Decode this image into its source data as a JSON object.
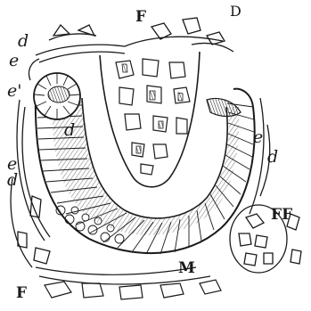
{
  "figure": {
    "colors": {
      "ink": "#1a1a1a",
      "paper": "#ffffff",
      "hatch": "#2a2a2a"
    },
    "labels": {
      "F_top": "F",
      "D": "D",
      "d_top_left": "d",
      "e_top_left": "e",
      "e_prime": "e'",
      "d_inner": "d",
      "e_left": "e",
      "d_left": "d",
      "e_right": "e",
      "d_right": "d",
      "FF": "FF",
      "F_bottom": "F",
      "M": "M"
    }
  }
}
